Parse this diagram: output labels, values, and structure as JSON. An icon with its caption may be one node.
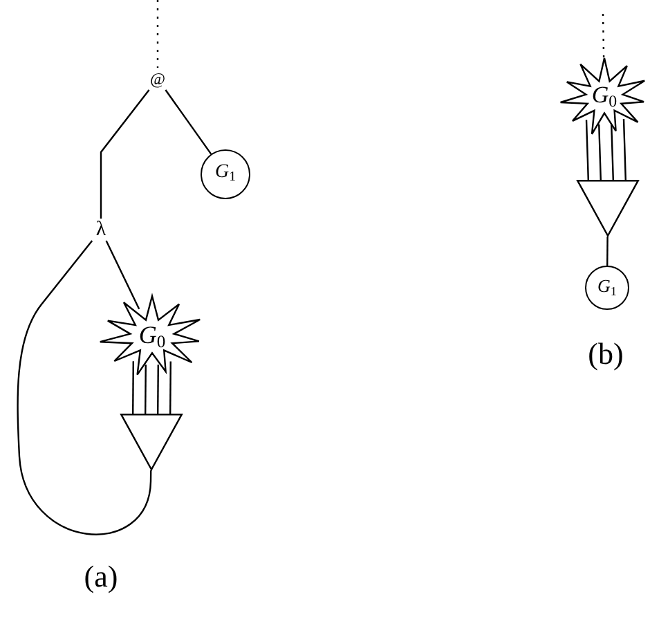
{
  "diagram": {
    "nodes": [
      {
        "text": [
          "@"
        ]
      },
      {
        "text": [
          "*G*$_{1}$"
        ]
      },
      {
        "text": [
          "λ"
        ]
      },
      {
        "text": [
          "*G*$_{0}$"
        ]
      },
      {
        "text": [],
        "shape": "triangle"
      },
      {
        "text": [
          "*G*$_{0}$"
        ]
      },
      {
        "text": [],
        "shape": "triangle"
      },
      {
        "text": [
          "*G*$_{1}$"
        ]
      }
    ],
    "edges": [
      {
        "from": null,
        "to": 0,
        "arrow": "none",
        "style": "dashed"
      },
      {
        "from": 0,
        "to": 2,
        "arrow": "none"
      },
      {
        "from": 0,
        "to": 1,
        "arrow": "none"
      },
      {
        "from": 2,
        "to": 3,
        "arrow": "none"
      },
      {
        "from": 2,
        "to": 4,
        "arrow": "none"
      },
      {
        "from": 3,
        "to": 4,
        "arrow": "none"
      },
      {
        "from": 3,
        "to": 4,
        "arrow": "none"
      },
      {
        "from": 3,
        "to": 4,
        "arrow": "none"
      },
      {
        "from": 3,
        "to": 4,
        "arrow": "none"
      },
      {
        "from": null,
        "to": 5,
        "arrow": "none",
        "style": "dashed"
      },
      {
        "from": 5,
        "to": 6,
        "arrow": "none"
      },
      {
        "from": 5,
        "to": 6,
        "arrow": "none"
      },
      {
        "from": 5,
        "to": 6,
        "arrow": "none"
      },
      {
        "from": 5,
        "to": 6,
        "arrow": "none"
      },
      {
        "from": 6,
        "to": 7,
        "arrow": "none"
      }
    ],
    "labels": [
      "(a)",
      "(b)"
    ]
  }
}
